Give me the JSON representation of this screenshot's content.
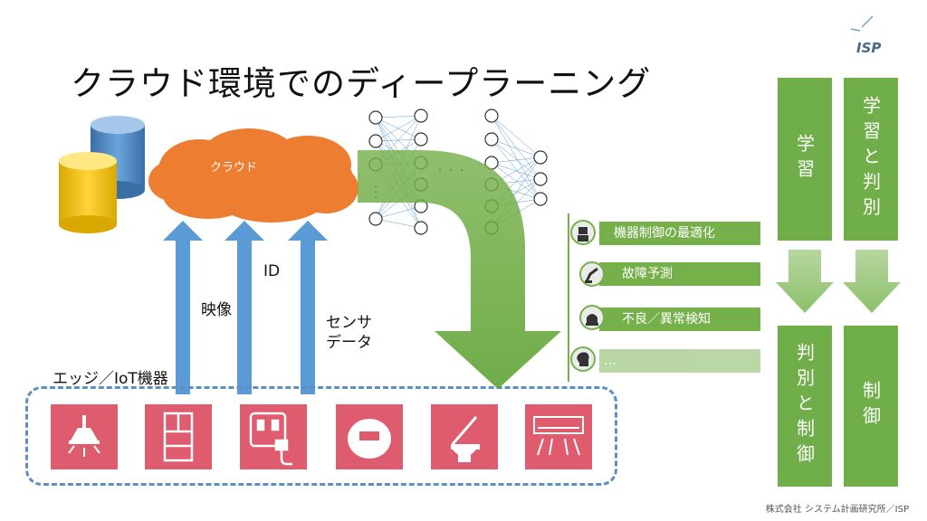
{
  "title": "クラウド環境でのディープラーニング",
  "logo": "ISP",
  "cloud_label": "クラウド",
  "arrow_labels": {
    "video": "映像",
    "id": "ID",
    "sensor_line1": "センサ",
    "sensor_line2": "データ"
  },
  "edge_label": "エッジ／IoT機器",
  "devices": [
    "lamp",
    "refrigerator",
    "outlet",
    "rice-cooker",
    "toilet",
    "air-conditioner"
  ],
  "applications": [
    "機器制御の最適化",
    "故障予測",
    "不良／異常検知",
    "…"
  ],
  "columns": {
    "learning_top": "学習",
    "learning_judge_top": "学習と判別",
    "judge_control_bottom": "判別と制御",
    "control_bottom": "制御"
  },
  "copyright": "株式会社 システム計画研究所／ISP",
  "colors": {
    "green": "#6fae48",
    "blue": "#5b9bd5",
    "orange": "#ed7d31",
    "red": "#de5c6e"
  }
}
